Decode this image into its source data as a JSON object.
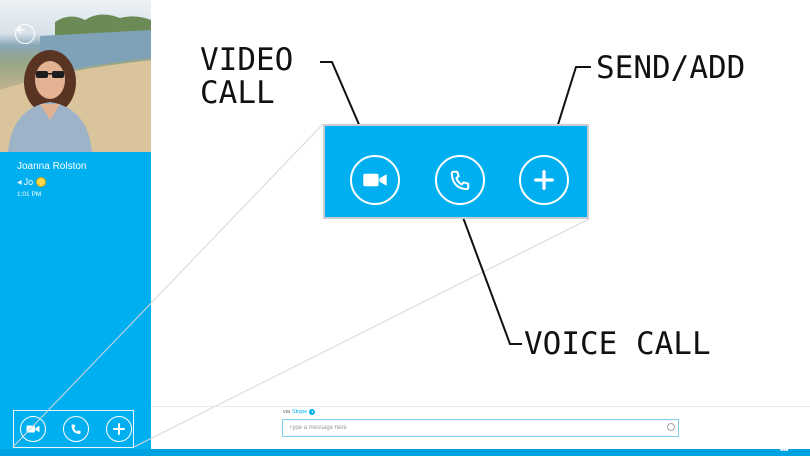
{
  "contact": {
    "name": "Joanna Rolston",
    "mood": "Jo",
    "time": "1:01 PM"
  },
  "compose": {
    "via_prefix": "via",
    "via_service": "Skype",
    "placeholder": "Type a message here"
  },
  "call_buttons": [
    {
      "icon": "video-camera-icon",
      "label": "VIDEO CALL"
    },
    {
      "icon": "phone-icon",
      "label": "VOICE CALL"
    },
    {
      "icon": "plus-icon",
      "label": "SEND/ADD"
    }
  ],
  "annotations": {
    "video_call": "VIDEO\nCALL",
    "voice_call": "VOICE CALL",
    "send_add": "SEND/ADD"
  },
  "colors": {
    "accent": "#00aff0",
    "taskbar": "#00a3e0"
  }
}
